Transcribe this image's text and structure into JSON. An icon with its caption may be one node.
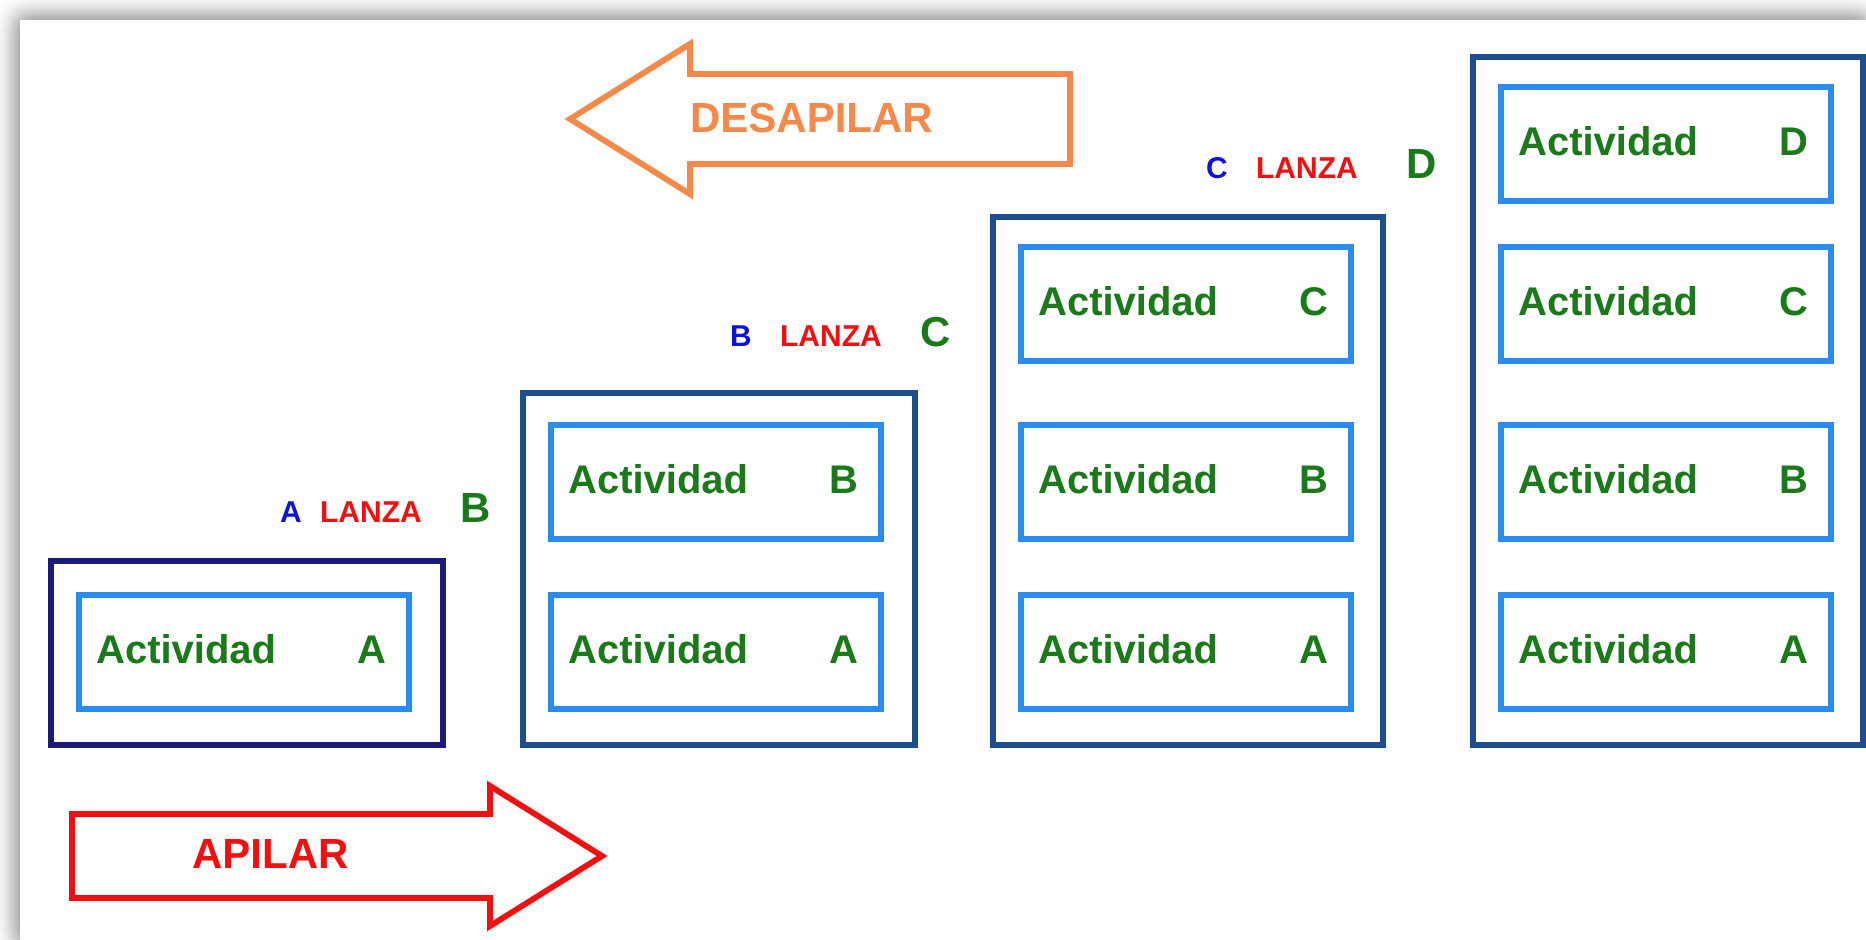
{
  "diagram": {
    "nodes": [
      {
        "text": [
          "DESAPILAR"
        ]
      },
      {
        "text": [],
        "shape": "box"
      },
      {
        "text": [
          "Actividad",
          "A"
        ],
        "in": 1
      },
      {
        "text": [],
        "shape": "box"
      },
      {
        "text": [
          "Actividad",
          "B"
        ],
        "in": 3
      },
      {
        "text": [
          "Actividad",
          "A"
        ],
        "in": 3
      },
      {
        "text": [],
        "shape": "box"
      },
      {
        "text": [
          "Actividad",
          "C"
        ],
        "in": 6
      },
      {
        "text": [
          "Actividad",
          "B"
        ],
        "in": 6
      },
      {
        "text": [
          "Actividad",
          "A"
        ],
        "in": 6
      },
      {
        "text": [],
        "shape": "box"
      },
      {
        "text": [
          "Actividad",
          "D"
        ],
        "in": 10
      },
      {
        "text": [
          "Actividad",
          "C"
        ],
        "in": 10
      },
      {
        "text": [
          "Actividad",
          "B"
        ],
        "in": 10
      },
      {
        "text": [
          "Actividad",
          "A"
        ],
        "in": 10
      },
      {
        "text": [
          "APILAR"
        ]
      }
    ],
    "labels": [
      "A",
      "LANZA",
      "B",
      "B",
      "LANZA",
      "C",
      "C",
      "LANZA",
      "D"
    ]
  }
}
